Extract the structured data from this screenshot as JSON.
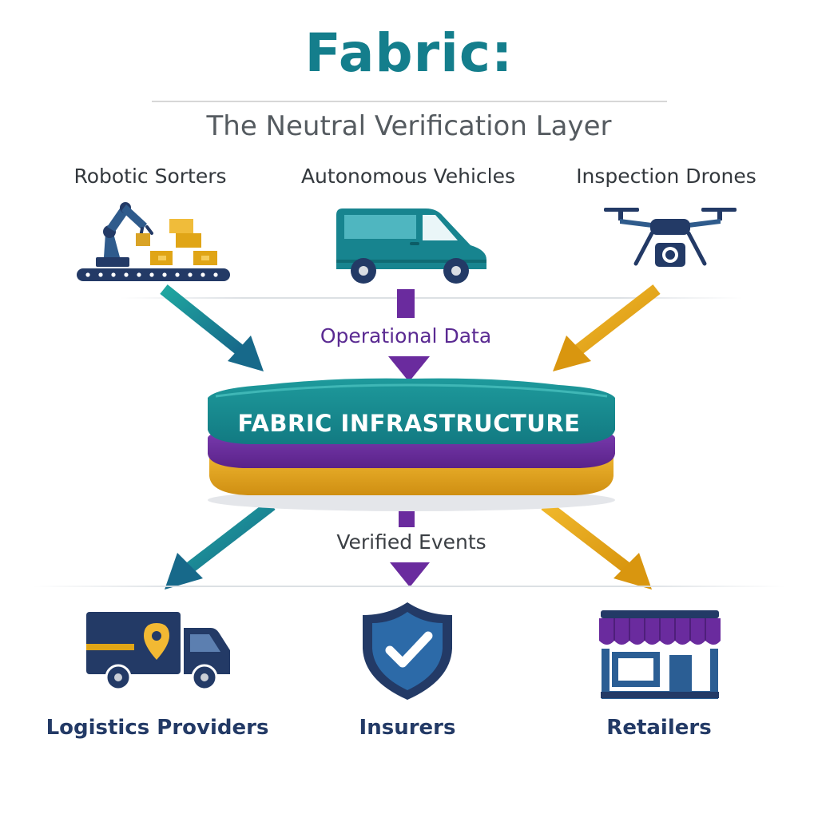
{
  "header": {
    "title": "Fabric:",
    "subtitle": "The Neutral Verification Layer"
  },
  "sources": [
    {
      "label": "Robotic Sorters",
      "icon": "robotic-sorter-icon"
    },
    {
      "label": "Autonomous Vehicles",
      "icon": "van-icon"
    },
    {
      "label": "Inspection Drones",
      "icon": "drone-icon"
    }
  ],
  "flows": {
    "input_label": "Operational Data",
    "output_label": "Verified Events"
  },
  "infrastructure": {
    "label": "FABRIC INFRASTRUCTURE"
  },
  "destinations": [
    {
      "label": "Logistics Providers",
      "icon": "delivery-truck-icon"
    },
    {
      "label": "Insurers",
      "icon": "shield-check-icon"
    },
    {
      "label": "Retailers",
      "icon": "storefront-icon"
    }
  ],
  "colors": {
    "teal": "#17848f",
    "purple": "#6a2b9e",
    "gold": "#e0a516",
    "navy": "#233a66",
    "title": "#147e8c"
  }
}
